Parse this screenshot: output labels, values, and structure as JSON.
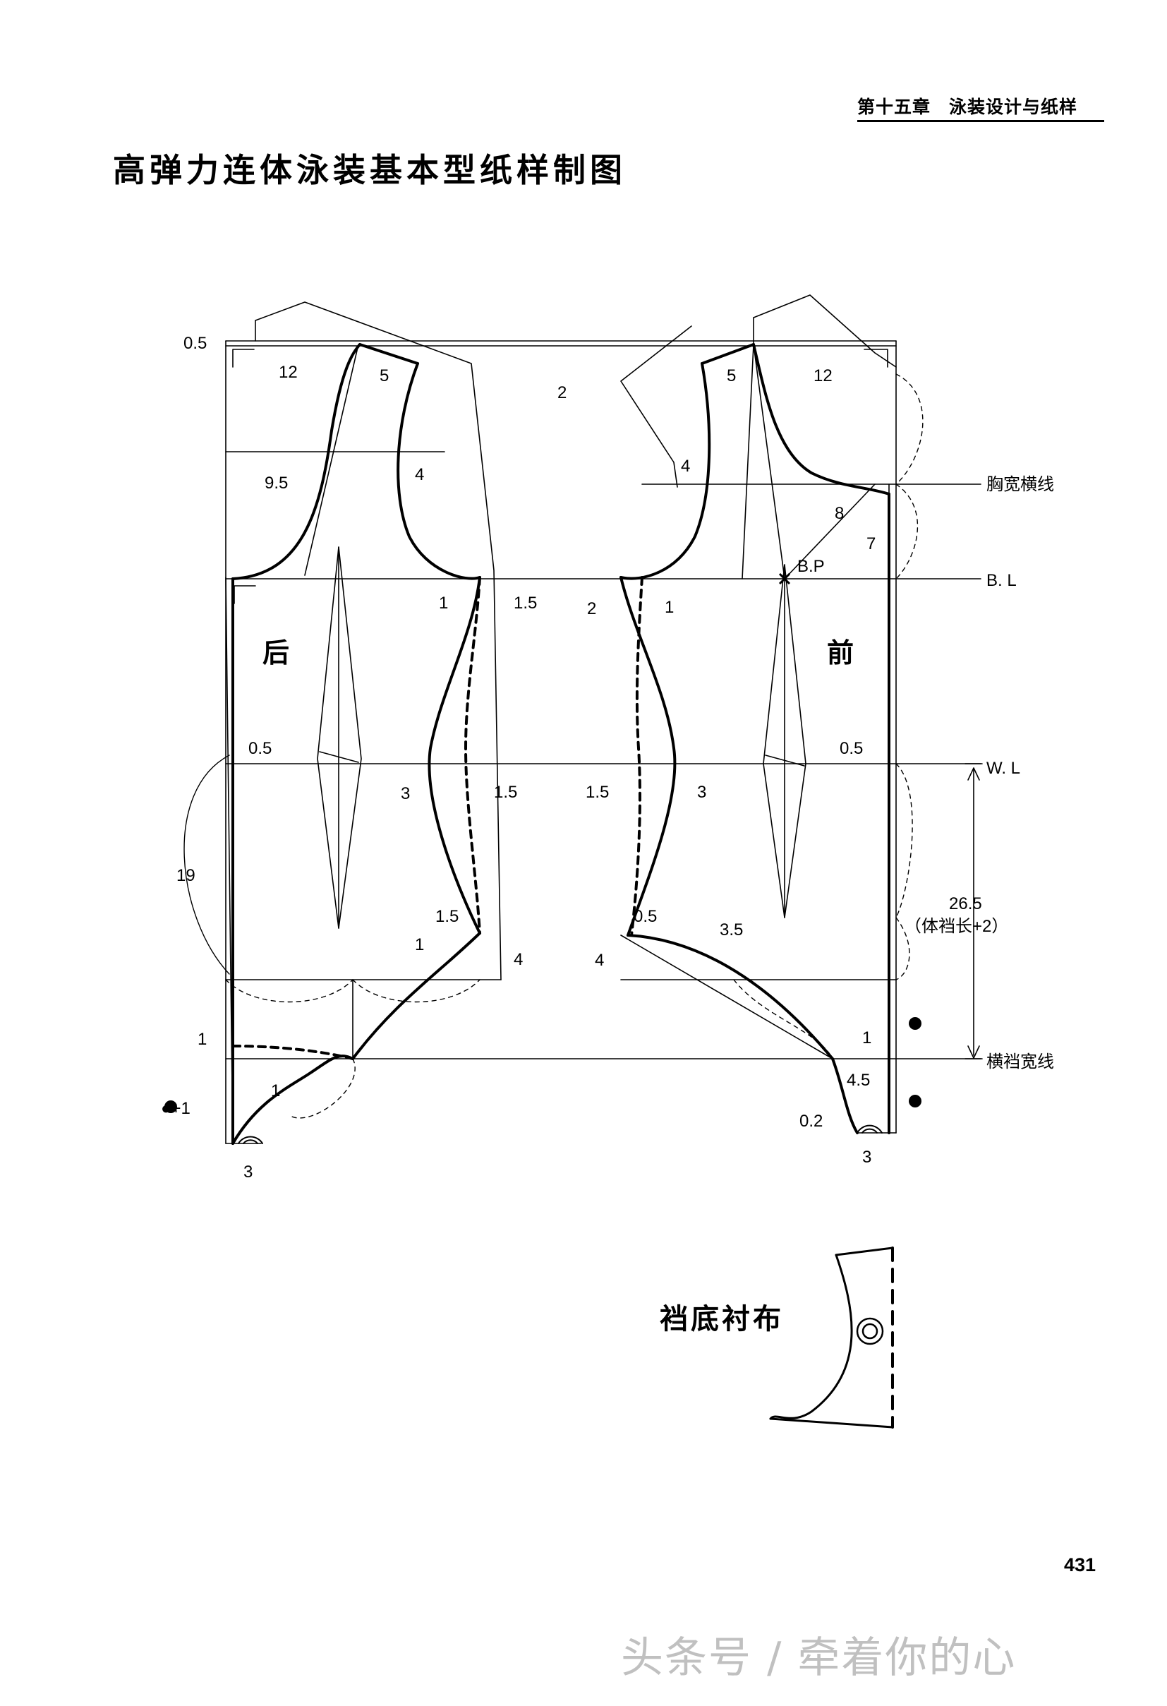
{
  "header": {
    "chapter": "第十五章　泳装设计与纸样"
  },
  "title": "高弹力连体泳装基本型纸样制图",
  "labels": {
    "back": "后",
    "front": "前",
    "chest_width_line": "胸宽横线",
    "bust_line": "B. L",
    "waist_line": "W. L",
    "crotch_width_line": "横裆宽线",
    "bust_point": "B.P",
    "crotch_length_value": "26.5",
    "crotch_length_formula": "（体裆长+2）",
    "dot_plus_one": "●+1",
    "crotch_lining": "裆底衬布"
  },
  "dimensions": {
    "back_top_offset": "0.5",
    "back_shoulder_12": "12",
    "back_shoulder_5": "5",
    "neck_drop": "2",
    "back_9_5": "9.5",
    "back_4": "4",
    "back_bl_1": "1",
    "back_bl_1_5": "1.5",
    "back_wl_0_5": "0.5",
    "back_wl_3": "3",
    "back_wl_1_5": "1.5",
    "back_19": "19",
    "back_hip_1_5": "1.5",
    "back_hip_1": "1",
    "back_hip_4": "4",
    "back_crotch_1a": "1",
    "back_crotch_1b": "1",
    "back_bottom_3": "3",
    "front_shoulder_5": "5",
    "front_shoulder_12": "12",
    "front_4": "4",
    "front_8": "8",
    "front_7": "7",
    "front_bl_2": "2",
    "front_bl_1": "1",
    "front_wl_0_5": "0.5",
    "front_wl_1_5": "1.5",
    "front_wl_3": "3",
    "front_hip_0_5": "0.5",
    "front_hip_3_5": "3.5",
    "front_hip_4": "4",
    "front_crotch_1": "1",
    "front_crotch_4_5": "4.5",
    "front_crotch_0_2": "0.2",
    "front_bottom_3": "3"
  },
  "page_number": "431",
  "watermark": "头条号 / 牵着你的心"
}
